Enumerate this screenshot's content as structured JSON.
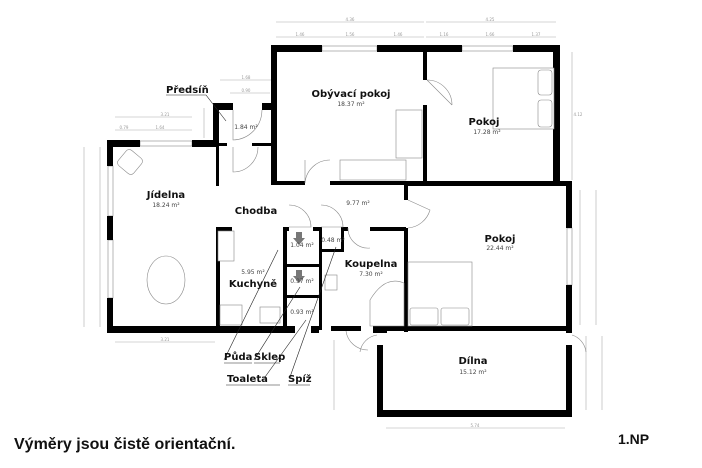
{
  "rooms": {
    "obyvaci": {
      "name": "Obývací pokoj",
      "area": "18.37 m²"
    },
    "pokoj1": {
      "name": "Pokoj",
      "area": "17.28 m²"
    },
    "pokoj2": {
      "name": "Pokoj",
      "area": "22.44 m²"
    },
    "jidelna": {
      "name": "Jídelna",
      "area": "18.24 m²"
    },
    "chodba": {
      "name": "Chodba",
      "area": "9.77 m²"
    },
    "kuchyne": {
      "name": "Kuchyně",
      "area": "5.95 m²"
    },
    "koupelna": {
      "name": "Koupelna",
      "area": "7.30 m²"
    },
    "dilna": {
      "name": "Dílna",
      "area": "15.12 m²"
    },
    "predsin": {
      "name": "Předsíň",
      "area": "1.84 m²"
    },
    "puda": {
      "name": "Půda",
      "area": "1.04 m²"
    },
    "sklep": {
      "name": "Sklep",
      "area": "0.97 m²"
    },
    "toaleta": {
      "name": "Toaleta",
      "area": "0.93 m²"
    },
    "spiz": {
      "name": "Spíž",
      "area": "0.48 m²"
    }
  },
  "dimensions": {
    "top_left_total": "4.36",
    "top_left_a": "1.46",
    "top_left_b": "1.56",
    "top_left_c": "1.46",
    "top_right_total": "4.25",
    "top_right_a": "1.16",
    "top_right_b": "1.66",
    "top_right_c": "1.37",
    "pokoj_height": "4.12",
    "predsin_width": "1.68",
    "predsin_door": "0.90",
    "jidelna_top_total": "3.21",
    "jidelna_top_a": "0.79",
    "jidelna_top_b": "1.64",
    "jidelna_bottom": "3.21",
    "dilna_bottom": "5.74"
  },
  "footer": {
    "note": "Výměry jsou čistě orientační.",
    "floor": "1.NP"
  }
}
